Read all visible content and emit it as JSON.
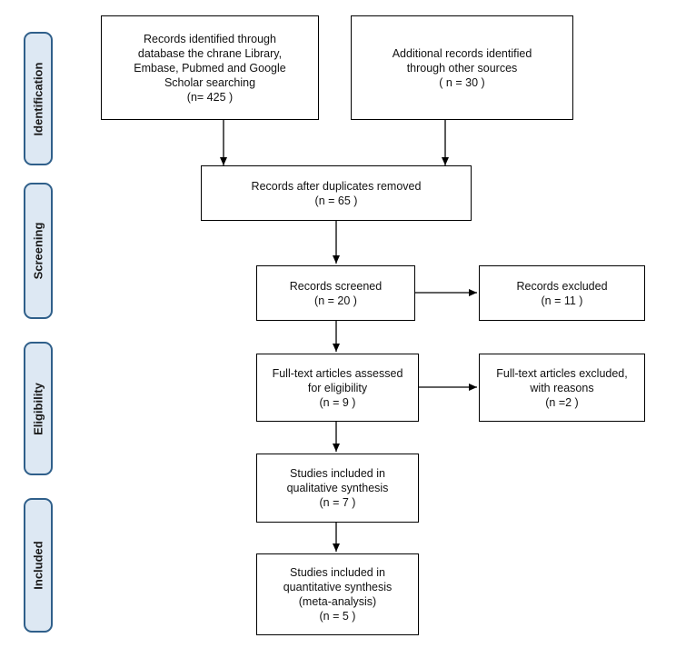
{
  "stages": [
    "Identification",
    "Screening",
    "Eligibility",
    "Included"
  ],
  "boxes": {
    "database_records": "Records identified through\ndatabase the chrane Library,\nEmbase, Pubmed and Google\nScholar searching\n(n= 425 )",
    "additional_records": "Additional records identified\nthrough other sources\n( n = 30  )",
    "after_duplicates": "Records after duplicates removed\n(n = 65  )",
    "screened": "Records screened\n(n = 20 )",
    "excluded": "Records excluded\n(n = 11  )",
    "fulltext_assessed": "Full-text articles assessed\nfor eligibility\n(n =  9 )",
    "fulltext_excluded": "Full-text articles excluded,\nwith reasons\n(n =2 )",
    "qualitative": "Studies included in\nqualitative synthesis\n(n =  7 )",
    "quantitative": "Studies included in\nquantitative synthesis\n(meta-analysis)\n(n = 5  )"
  }
}
